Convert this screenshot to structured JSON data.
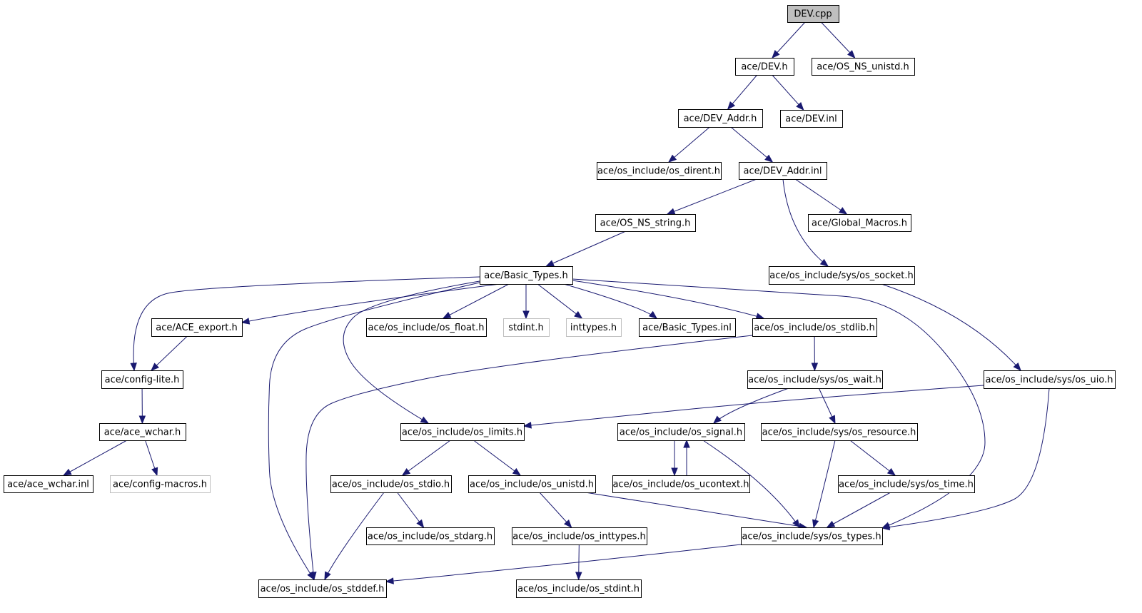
{
  "graph": {
    "title": "",
    "colors": {
      "edge": "#191970",
      "root_fill": "#bfbfbf",
      "external_border": "#bfbfbf"
    },
    "nodes": [
      {
        "id": "dev_cpp",
        "label": "DEV.cpp",
        "kind": "root"
      },
      {
        "id": "dev_h",
        "label": "ace/DEV.h",
        "kind": "normal"
      },
      {
        "id": "os_ns_unistd",
        "label": "ace/OS_NS_unistd.h",
        "kind": "normal"
      },
      {
        "id": "dev_addr_h",
        "label": "ace/DEV_Addr.h",
        "kind": "normal"
      },
      {
        "id": "dev_inl",
        "label": "ace/DEV.inl",
        "kind": "normal"
      },
      {
        "id": "os_dirent",
        "label": "ace/os_include/os_dirent.h",
        "kind": "normal"
      },
      {
        "id": "dev_addr_inl",
        "label": "ace/DEV_Addr.inl",
        "kind": "normal"
      },
      {
        "id": "os_ns_string",
        "label": "ace/OS_NS_string.h",
        "kind": "normal"
      },
      {
        "id": "global_macros",
        "label": "ace/Global_Macros.h",
        "kind": "normal"
      },
      {
        "id": "os_socket",
        "label": "ace/os_include/sys/os_socket.h",
        "kind": "normal"
      },
      {
        "id": "basic_types_h",
        "label": "ace/Basic_Types.h",
        "kind": "normal"
      },
      {
        "id": "ace_export",
        "label": "ace/ACE_export.h",
        "kind": "normal"
      },
      {
        "id": "os_float",
        "label": "ace/os_include/os_float.h",
        "kind": "normal"
      },
      {
        "id": "stdint_h",
        "label": "stdint.h",
        "kind": "external"
      },
      {
        "id": "inttypes_h",
        "label": "inttypes.h",
        "kind": "external"
      },
      {
        "id": "basic_types_inl",
        "label": "ace/Basic_Types.inl",
        "kind": "normal"
      },
      {
        "id": "os_stdlib",
        "label": "ace/os_include/os_stdlib.h",
        "kind": "normal"
      },
      {
        "id": "config_lite",
        "label": "ace/config-lite.h",
        "kind": "normal"
      },
      {
        "id": "os_wait",
        "label": "ace/os_include/sys/os_wait.h",
        "kind": "normal"
      },
      {
        "id": "os_uio",
        "label": "ace/os_include/sys/os_uio.h",
        "kind": "normal"
      },
      {
        "id": "ace_wchar_h",
        "label": "ace/ace_wchar.h",
        "kind": "normal"
      },
      {
        "id": "os_limits",
        "label": "ace/os_include/os_limits.h",
        "kind": "normal"
      },
      {
        "id": "os_signal",
        "label": "ace/os_include/os_signal.h",
        "kind": "normal"
      },
      {
        "id": "os_resource",
        "label": "ace/os_include/sys/os_resource.h",
        "kind": "normal"
      },
      {
        "id": "ace_wchar_inl",
        "label": "ace/ace_wchar.inl",
        "kind": "normal"
      },
      {
        "id": "config_macros",
        "label": "ace/config-macros.h",
        "kind": "external"
      },
      {
        "id": "os_stdio",
        "label": "ace/os_include/os_stdio.h",
        "kind": "normal"
      },
      {
        "id": "os_unistd",
        "label": "ace/os_include/os_unistd.h",
        "kind": "normal"
      },
      {
        "id": "os_ucontext",
        "label": "ace/os_include/os_ucontext.h",
        "kind": "normal"
      },
      {
        "id": "os_time",
        "label": "ace/os_include/sys/os_time.h",
        "kind": "normal"
      },
      {
        "id": "os_stdarg",
        "label": "ace/os_include/os_stdarg.h",
        "kind": "normal"
      },
      {
        "id": "os_inttypes",
        "label": "ace/os_include/os_inttypes.h",
        "kind": "normal"
      },
      {
        "id": "os_types",
        "label": "ace/os_include/sys/os_types.h",
        "kind": "normal"
      },
      {
        "id": "os_stddef",
        "label": "ace/os_include/os_stddef.h",
        "kind": "normal"
      },
      {
        "id": "os_stdint",
        "label": "ace/os_include/os_stdint.h",
        "kind": "normal"
      }
    ],
    "edges": [
      [
        "dev_cpp",
        "dev_h"
      ],
      [
        "dev_cpp",
        "os_ns_unistd"
      ],
      [
        "dev_h",
        "dev_addr_h"
      ],
      [
        "dev_h",
        "dev_inl"
      ],
      [
        "dev_addr_h",
        "os_dirent"
      ],
      [
        "dev_addr_h",
        "dev_addr_inl"
      ],
      [
        "dev_addr_inl",
        "os_ns_string"
      ],
      [
        "dev_addr_inl",
        "global_macros"
      ],
      [
        "dev_addr_inl",
        "os_socket"
      ],
      [
        "os_ns_string",
        "basic_types_h"
      ],
      [
        "basic_types_h",
        "config_lite"
      ],
      [
        "basic_types_h",
        "ace_export"
      ],
      [
        "basic_types_h",
        "os_float"
      ],
      [
        "basic_types_h",
        "stdint_h"
      ],
      [
        "basic_types_h",
        "inttypes_h"
      ],
      [
        "basic_types_h",
        "basic_types_inl"
      ],
      [
        "basic_types_h",
        "os_stdlib"
      ],
      [
        "basic_types_h",
        "os_limits"
      ],
      [
        "basic_types_h",
        "os_stddef"
      ],
      [
        "basic_types_h",
        "os_types"
      ],
      [
        "ace_export",
        "config_lite"
      ],
      [
        "config_lite",
        "ace_wchar_h"
      ],
      [
        "ace_wchar_h",
        "ace_wchar_inl"
      ],
      [
        "ace_wchar_h",
        "config_macros"
      ],
      [
        "os_stdlib",
        "os_stddef"
      ],
      [
        "os_stdlib",
        "os_wait"
      ],
      [
        "os_socket",
        "os_uio"
      ],
      [
        "os_uio",
        "os_limits"
      ],
      [
        "os_uio",
        "os_types"
      ],
      [
        "os_wait",
        "os_signal"
      ],
      [
        "os_wait",
        "os_resource"
      ],
      [
        "os_limits",
        "os_stdio"
      ],
      [
        "os_limits",
        "os_unistd"
      ],
      [
        "os_signal",
        "os_ucontext"
      ],
      [
        "os_ucontext",
        "os_signal"
      ],
      [
        "os_signal",
        "os_types"
      ],
      [
        "os_resource",
        "os_types"
      ],
      [
        "os_resource",
        "os_time"
      ],
      [
        "os_time",
        "os_types"
      ],
      [
        "os_stdio",
        "os_stdarg"
      ],
      [
        "os_stdio",
        "os_stddef"
      ],
      [
        "os_unistd",
        "os_inttypes"
      ],
      [
        "os_unistd",
        "os_types"
      ],
      [
        "os_inttypes",
        "os_stdint"
      ],
      [
        "os_types",
        "os_stddef"
      ]
    ]
  }
}
